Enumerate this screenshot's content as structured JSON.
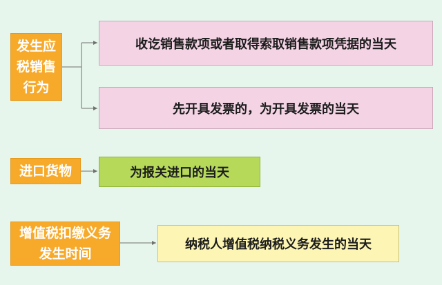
{
  "categories": {
    "sales": "发生应税销售行为",
    "import": "进口货物",
    "withholding": "增值税扣缴义务发生时间"
  },
  "results": {
    "sales_1": "收讫销售款项或者取得索取销售款项凭据的当天",
    "sales_2": "先开具发票的，为开具发票的当天",
    "import_1": "为报关进口的当天",
    "withholding_1": "纳税人增值税纳税义务发生的当天"
  },
  "colors": {
    "background": "#e6f6ec",
    "category": "#f7a92a",
    "pink": "#f3d3e4",
    "green": "#b6d95a",
    "yellow": "#fcf5b3"
  }
}
